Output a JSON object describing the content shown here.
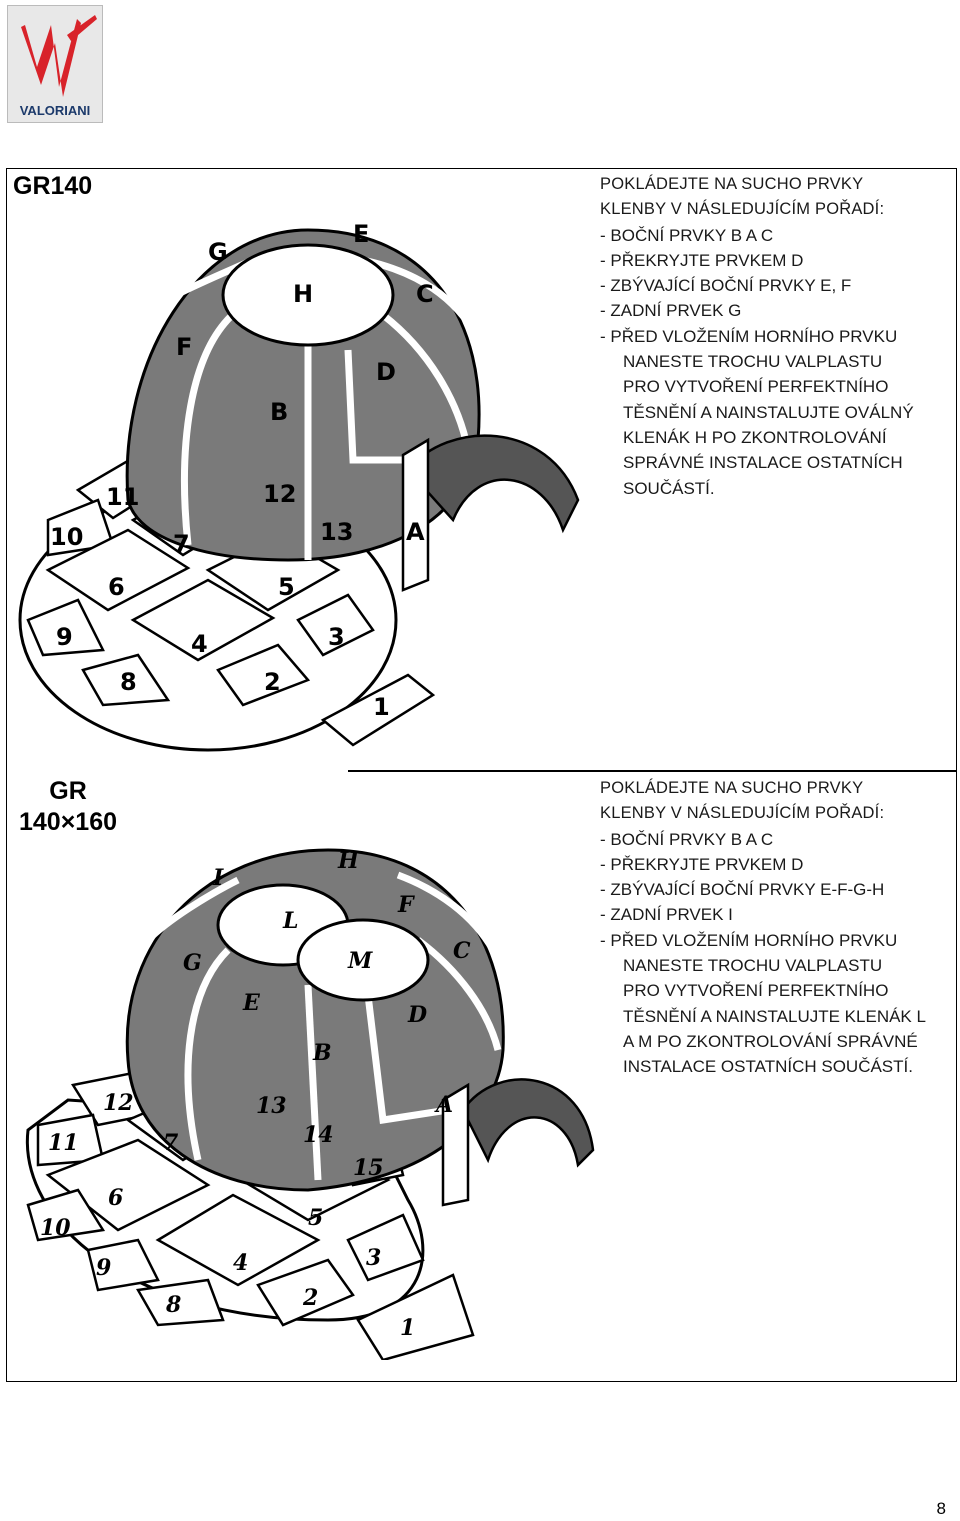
{
  "logo": {
    "text": "VALORIANI",
    "colors": {
      "red": "#d8232a",
      "bg": "#e8e8e8",
      "text": "#1c3a6b"
    }
  },
  "sections": [
    {
      "title": "GR140",
      "heading1": "POKLÁDEJTE NA SUCHO PRVKY",
      "heading2": "KLENBY V NÁSLEDUJÍCÍM POŘADÍ:",
      "items": [
        "- BOČNÍ PRVKY B A C",
        "- PŘEKRYJTE PRVKEM D",
        "- ZBÝVAJÍCÍ BOČNÍ PRVKY E, F",
        "- ZADNÍ PRVEK G",
        "- PŘED VLOŽENÍM HORNÍHO PRVKU"
      ],
      "cont": [
        "NANESTE TROCHU VALPLASTU",
        "PRO VYTVOŘENÍ PERFEKTNÍHO",
        "TĚSNĚNÍ A NAINSTALUJTE OVÁLNÝ",
        "KLENÁK H PO ZKONTROLOVÁNÍ",
        "SPRÁVNÉ INSTALACE OSTATNÍCH",
        "SOUČÁSTÍ."
      ],
      "dome_labels": [
        "G",
        "E",
        "H",
        "C",
        "F",
        "D",
        "B",
        "A"
      ],
      "floor_labels": [
        "11",
        "12",
        "10",
        "7",
        "13",
        "6",
        "5",
        "9",
        "4",
        "3",
        "8",
        "2",
        "1"
      ]
    },
    {
      "title_line1": "GR",
      "title_line2": "140×160",
      "heading1": "POKLÁDEJTE NA SUCHO PRVKY",
      "heading2": "KLENBY V NÁSLEDUJÍCÍM POŘADÍ:",
      "items": [
        "- BOČNÍ PRVKY B A C",
        "- PŘEKRYJTE PRVKEM D",
        "- ZBÝVAJÍCÍ BOČNÍ PRVKY E-F-G-H",
        "- ZADNÍ PRVEK I",
        "- PŘED VLOŽENÍM HORNÍHO PRVKU"
      ],
      "cont": [
        "NANESTE TROCHU VALPLASTU",
        "PRO VYTVOŘENÍ PERFEKTNÍHO",
        "TĚSNĚNÍ A NAINSTALUJTE KLENÁK L",
        "A M PO ZKONTROLOVÁNÍ SPRÁVNÉ",
        "INSTALACE OSTATNÍCH SOUČÁSTÍ."
      ],
      "dome_labels": [
        "I",
        "H",
        "L",
        "F",
        "G",
        "M",
        "C",
        "E",
        "D",
        "B",
        "A"
      ],
      "floor_labels": [
        "12",
        "13",
        "11",
        "14",
        "7",
        "15",
        "6",
        "5",
        "10",
        "4",
        "3",
        "9",
        "8",
        "2",
        "1"
      ]
    }
  ],
  "page_number": "8"
}
